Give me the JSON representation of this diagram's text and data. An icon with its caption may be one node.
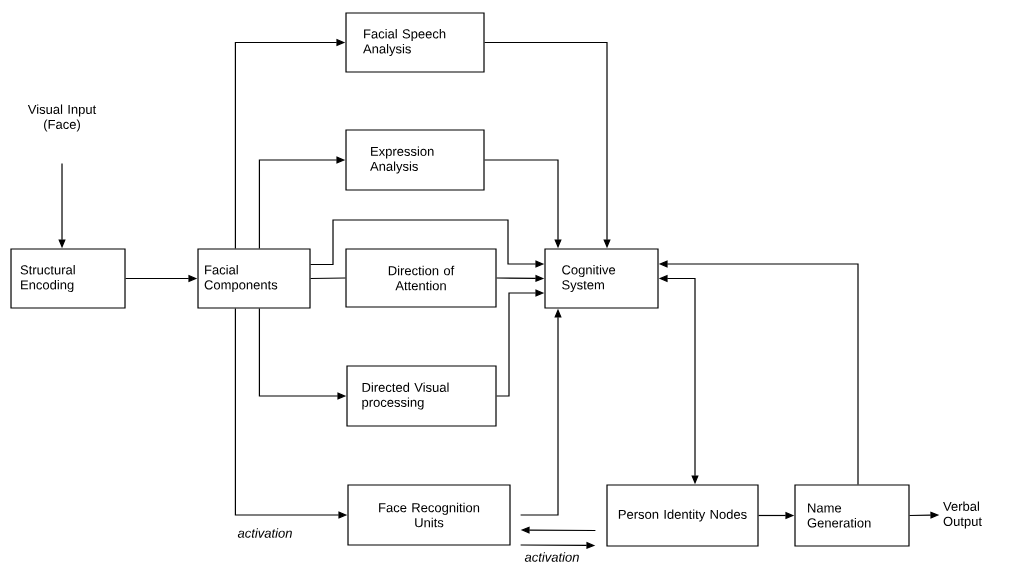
{
  "diagram": {
    "nodes": [
      {
        "text": [
          "Visual Input (Face)"
        ]
      },
      {
        "text": [
          "Structural Encoding"
        ]
      },
      {
        "text": [
          "Facial Components"
        ]
      },
      {
        "text": [
          "Facial Speech Analysis"
        ]
      },
      {
        "text": [
          "Expression Analysis"
        ]
      },
      {
        "text": [
          "Direction of Attention"
        ]
      },
      {
        "text": [
          "Directed Visual processing"
        ]
      },
      {
        "text": [
          "Cognitive System"
        ]
      },
      {
        "text": [
          "Face Recognition Units"
        ]
      },
      {
        "text": [
          "Person Identity Nodes"
        ]
      },
      {
        "text": [
          "Name Generation"
        ]
      },
      {
        "text": [
          "Verbal Output"
        ]
      }
    ],
    "edges": [
      {
        "from": 0,
        "to": 1,
        "arrow": "to"
      },
      {
        "from": 1,
        "to": 2,
        "arrow": "to"
      },
      {
        "from": 2,
        "to": 3,
        "arrow": "to"
      },
      {
        "from": 2,
        "to": 4,
        "arrow": "to"
      },
      {
        "from": 2,
        "to": 7,
        "arrow": "to"
      },
      {
        "from": 2,
        "to": 5,
        "arrow": "none"
      },
      {
        "from": 5,
        "to": 7,
        "arrow": "to"
      },
      {
        "from": 2,
        "to": 6,
        "arrow": "to"
      },
      {
        "from": 6,
        "to": 7,
        "arrow": "to"
      },
      {
        "from": 2,
        "to": 8,
        "arrow": "to",
        "label": "activation"
      },
      {
        "from": 3,
        "to": 7,
        "arrow": "to"
      },
      {
        "from": 4,
        "to": 7,
        "arrow": "to"
      },
      {
        "from": 8,
        "to": 7,
        "arrow": "to"
      },
      {
        "from": 9,
        "to": 8,
        "arrow": "to"
      },
      {
        "from": 8,
        "to": 9,
        "arrow": "to",
        "label": "activation"
      },
      {
        "from": 7,
        "to": 9,
        "arrow": "both"
      },
      {
        "from": 10,
        "to": 7,
        "arrow": "to"
      },
      {
        "from": 9,
        "to": 10,
        "arrow": "to"
      },
      {
        "from": 10,
        "to": 11,
        "arrow": "to"
      }
    ]
  }
}
